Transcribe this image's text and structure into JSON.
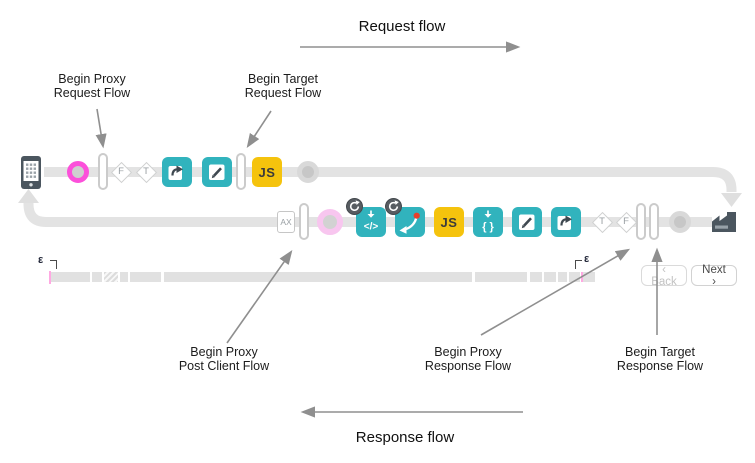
{
  "colors": {
    "teal": "#31b3bd",
    "yellow": "#f5c30d",
    "magenta": "#fc50da",
    "pink_light": "#f8c6ef",
    "red_dot": "#e8402a",
    "slate": "#4b565f",
    "track_gray": "#e3e3e3",
    "arrow_gray": "#8f8f8f"
  },
  "headings": {
    "request_flow": "Request flow",
    "response_flow": "Response flow"
  },
  "callouts": {
    "proxy_request": {
      "line1": "Begin Proxy",
      "line2": "Request Flow"
    },
    "target_request": {
      "line1": "Begin Target",
      "line2": "Request Flow"
    },
    "post_client": {
      "line1": "Begin Proxy",
      "line2": "Post Client Flow"
    },
    "proxy_response": {
      "line1": "Begin Proxy",
      "line2": "Response Flow"
    },
    "target_response": {
      "line1": "Begin Target",
      "line2": "Response Flow"
    }
  },
  "request_row": {
    "diamond1": "F",
    "diamond2": "T",
    "js": "JS"
  },
  "response_row": {
    "ax": "AX",
    "code": "</>",
    "js": "JS",
    "braces": "{ }",
    "diamond1": "T",
    "diamond2": "F"
  },
  "timeline": {
    "epsilon_left": "ε",
    "epsilon_right": "ε"
  },
  "pager": {
    "back": "‹ Back",
    "next": "Next ›"
  }
}
